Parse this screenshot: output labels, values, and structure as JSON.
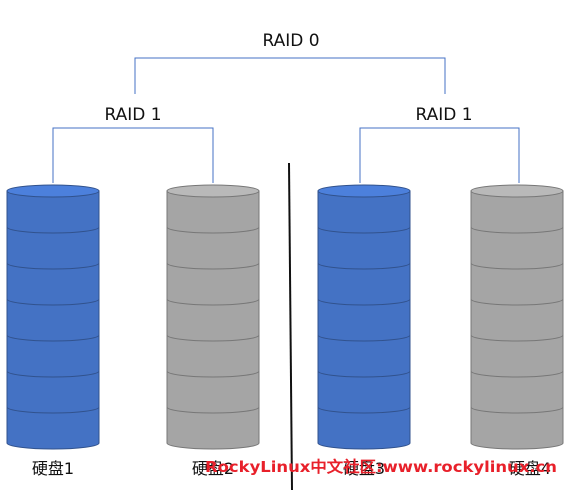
{
  "diagram": {
    "top_label": "RAID 0",
    "groups": [
      {
        "label": "RAID 1"
      },
      {
        "label": "RAID 1"
      }
    ],
    "disks": [
      {
        "label": "硬盘1",
        "color": "#4472c4"
      },
      {
        "label": "硬盘2",
        "color": "#a5a5a5"
      },
      {
        "label": "硬盘3",
        "color": "#4472c4"
      },
      {
        "label": "硬盘4",
        "color": "#a5a5a5"
      }
    ],
    "segments_per_disk": 7
  },
  "watermark": {
    "text": "RockyLinux中文社区:www.rockylinux.cn",
    "color": "#e8202a"
  },
  "colors": {
    "connector": "#4472c4",
    "divider": "#111111"
  }
}
